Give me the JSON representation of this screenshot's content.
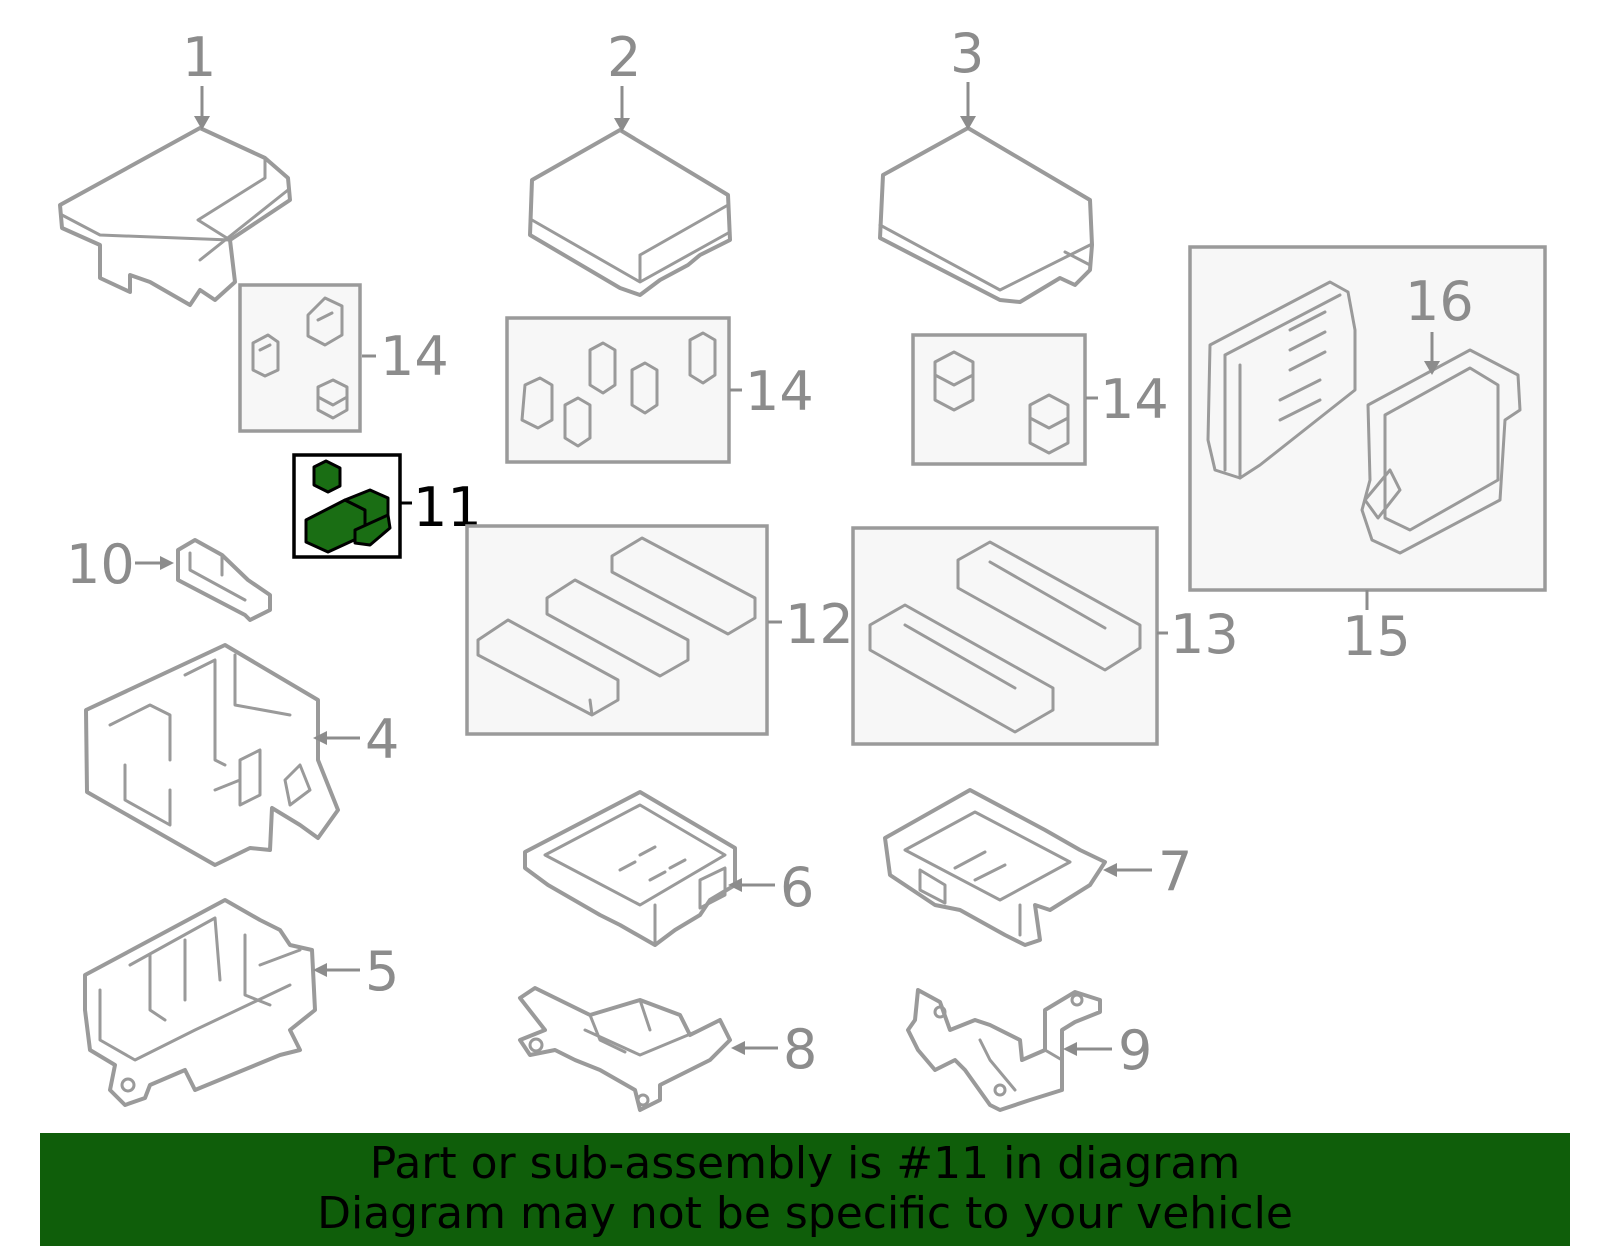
{
  "diagram": {
    "highlight_color": "#1a6e14",
    "line_color": "#9a9a9a",
    "highlighted_part": "11",
    "callouts": {
      "c1": "1",
      "c2": "2",
      "c3": "3",
      "c4": "4",
      "c5": "5",
      "c6": "6",
      "c7": "7",
      "c8": "8",
      "c9": "9",
      "c10": "10",
      "c11": "11",
      "c12": "12",
      "c13": "13",
      "c14a": "14",
      "c14b": "14",
      "c14c": "14",
      "c15": "15",
      "c16": "16"
    }
  },
  "banner": {
    "background": "#0f5e0a",
    "line1": "Part or sub-assembly is #11 in diagram",
    "line2": "Diagram may not be specific to your vehicle"
  }
}
